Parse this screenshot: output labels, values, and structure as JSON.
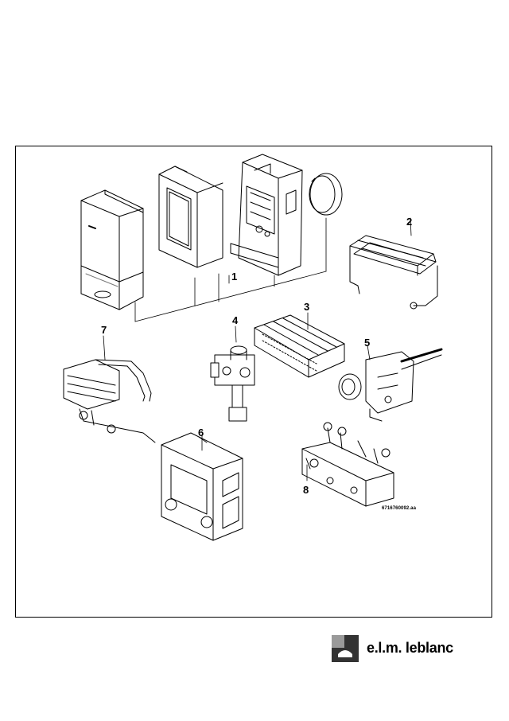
{
  "callouts": {
    "c1": "1",
    "c2": "2",
    "c3": "3",
    "c4": "4",
    "c5": "5",
    "c6": "6",
    "c7": "7",
    "c8": "8"
  },
  "reference_code": "6716760092.aa",
  "brand": {
    "name": "e.l.m. leblanc"
  }
}
